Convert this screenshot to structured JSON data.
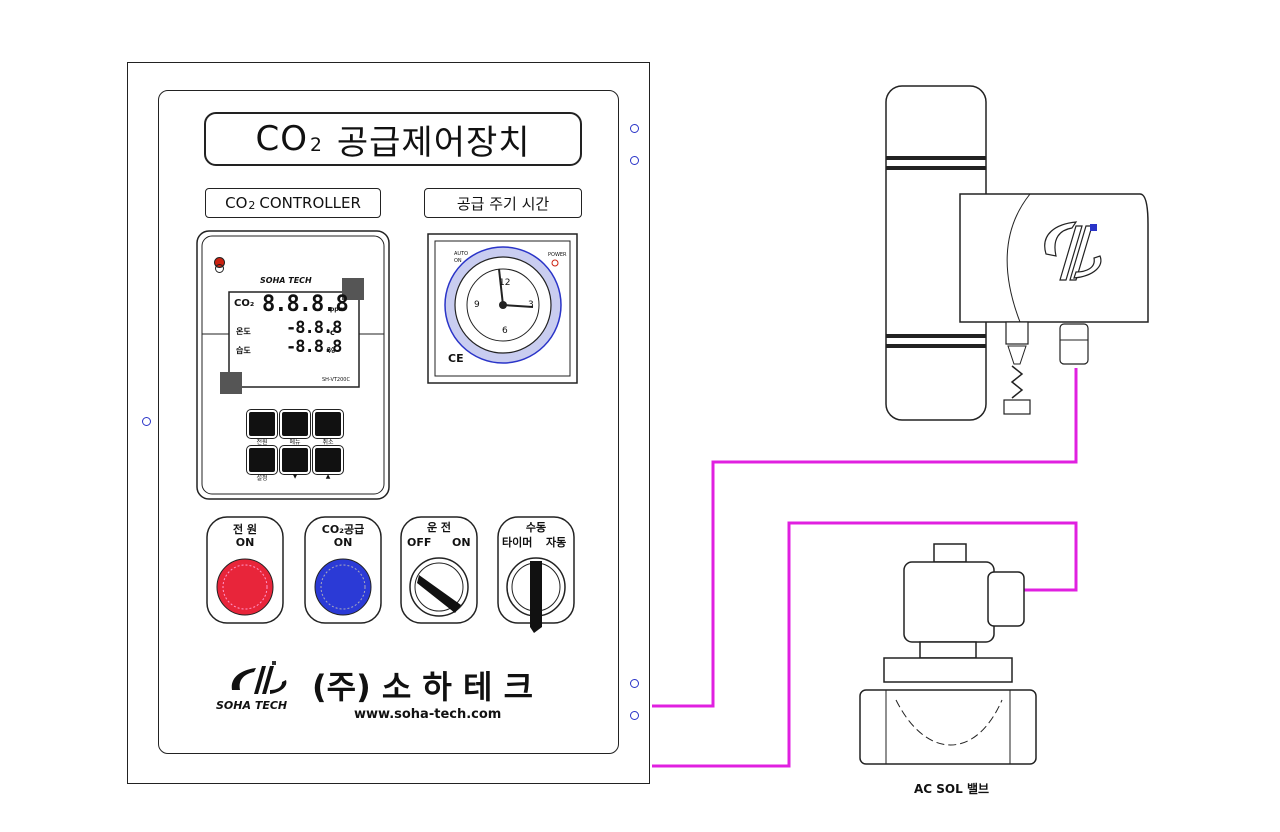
{
  "panel": {
    "title_main": "CO",
    "title_sub": "2",
    "title_rest": "공급제어장치",
    "controller_label_main": "CO",
    "controller_label_sub": "2",
    "controller_label_rest": "CONTROLLER",
    "timer_label": "공급 주기 시간"
  },
  "controller": {
    "brand": "SOHA TECH",
    "lcd_co2_label": "CO₂",
    "lcd_digits": "8.8.8.8",
    "lcd_unit_ppm": "ppm",
    "lcd_temp_label": "온도",
    "lcd_temp_value": "-8.8.8",
    "lcd_temp_unit": "°c",
    "lcd_hum_label": "습도",
    "lcd_hum_value": "-8.8.8",
    "lcd_hum_unit": "%",
    "model": "SH-VT200C",
    "buttons": [
      "전원",
      "메뉴",
      "취소",
      "설정",
      "▼",
      "▲"
    ]
  },
  "timer": {
    "auto": "AUTO",
    "on": "ON",
    "power": "POWER",
    "ce": "CE",
    "numbers": [
      "12",
      "3",
      "6",
      "9"
    ]
  },
  "indicators": {
    "power": {
      "line1": "전 원",
      "line2": "ON",
      "color": "#e8253a"
    },
    "co2": {
      "line1": "CO₂공급",
      "line2": "ON",
      "color": "#2b3ad6"
    },
    "run": {
      "line1": "운 전",
      "left": "OFF",
      "right": "ON"
    },
    "manual": {
      "line1": "수동",
      "left": "타이머",
      "right": "자동"
    }
  },
  "company": {
    "logo_text": "SOHA TECH",
    "name": "(주) 소 하 테 크",
    "url": "www.soha-tech.com"
  },
  "valve": {
    "label": "AC SOL 밸브"
  },
  "colors": {
    "wire": "#e020e0",
    "hole": "#2a34c8"
  }
}
